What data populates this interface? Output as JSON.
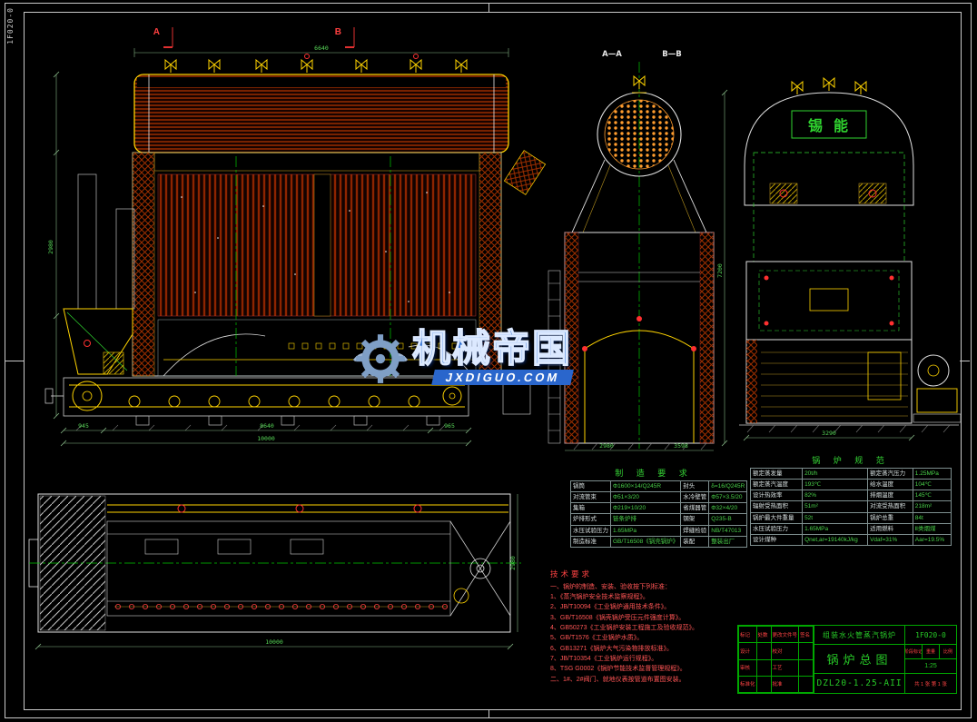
{
  "sheet": {
    "corner_code": "1F020-0"
  },
  "watermark": {
    "brand": "机械帝国",
    "domain": "JXDIGUO.COM",
    "accent": "#2a66cc"
  },
  "views": {
    "side": {
      "section_a": "A",
      "section_b": "B",
      "dim_top": "6640",
      "dim_bottom_left": "945",
      "dim_bottom_mid": "8640",
      "dim_bottom_right": "965",
      "dim_total": "10000",
      "dim_height": "2980"
    },
    "sections": {
      "label_aa": "A—A",
      "label_bb": "B—B",
      "dim_height": "7200",
      "dim_w1": "2980",
      "dim_w2": "3598"
    },
    "end": {
      "plate": "锡能",
      "dim_width": "3290"
    },
    "plan": {
      "dim_total": "10000",
      "dim_width": "2980"
    }
  },
  "tables": {
    "manufacturing": {
      "title": "制 造 要 求",
      "rows": [
        [
          "锅筒",
          "Φ1600×14/Q245R",
          "封头",
          "δ=16/Q245R"
        ],
        [
          "对流管束",
          "Φ51×3/20",
          "水冷壁管",
          "Φ57×3.5/20"
        ],
        [
          "集箱",
          "Φ219×10/20",
          "省煤器管",
          "Φ32×4/20"
        ],
        [
          "炉排形式",
          "链条炉排",
          "钢架",
          "Q235-B"
        ],
        [
          "水压试验压力",
          "1.65MPa",
          "焊缝检验",
          "NB/T47013"
        ],
        [
          "制造标准",
          "GB/T16508《锅壳锅炉》",
          "装配",
          "整装出厂"
        ]
      ]
    },
    "spec": {
      "title": "锅 炉 规 范",
      "rows": [
        [
          "额定蒸发量",
          "20t/h",
          "额定蒸汽压力",
          "1.25MPa"
        ],
        [
          "额定蒸汽温度",
          "193℃",
          "给水温度",
          "104℃"
        ],
        [
          "设计热效率",
          "82%",
          "排烟温度",
          "145℃"
        ],
        [
          "辐射受热面积",
          "51m²",
          "对流受热面积",
          "218m²"
        ],
        [
          "锅炉最大件重量",
          "52t",
          "锅炉总重",
          "84t"
        ],
        [
          "水压试验压力",
          "1.65MPa",
          "适用燃料",
          "Ⅱ类烟煤"
        ],
        [
          "设计煤种",
          "Qnet,ar=19140kJ/kg",
          "Vdaf=31%",
          "Aar=19.5%"
        ]
      ]
    }
  },
  "notes": {
    "title": "技术要求",
    "lines": [
      "一、锅炉的制造、安装、验收按下列标准：",
      "1、《蒸汽锅炉安全技术监察规程》。",
      "2、JB/T10094《工业锅炉通用技术条件》。",
      "3、GB/T16508《锅壳锅炉受压元件强度计算》。",
      "4、GB50273《工业锅炉安装工程施工及验收规范》。",
      "5、GB/T1576《工业锅炉水质》。",
      "6、GB13271《锅炉大气污染物排放标准》。",
      "7、JB/T10354《工业锅炉运行规程》。",
      "8、TSG G0002《锅炉节能技术监督管理规程》。",
      "二、1#、2#阀门、就地仪表按管道布置图安装。"
    ]
  },
  "title_block": {
    "company": "组装水火管蒸汽锅炉",
    "title": "锅炉总图",
    "model": "DZL20-1.25-AII",
    "code": "1F020-0",
    "scale": "1:25",
    "scale_label": "比例",
    "stage_label": "阶段标记",
    "weight_label": "重量",
    "sheet_label": "共 1 张 第 1 张",
    "rev_rows": [
      [
        "标记",
        "处数",
        "更改文件号",
        "签名"
      ],
      [
        "设计",
        "",
        "校对",
        ""
      ],
      [
        "审核",
        "",
        "工艺",
        ""
      ],
      [
        "标准化",
        "",
        "批准",
        ""
      ]
    ]
  }
}
